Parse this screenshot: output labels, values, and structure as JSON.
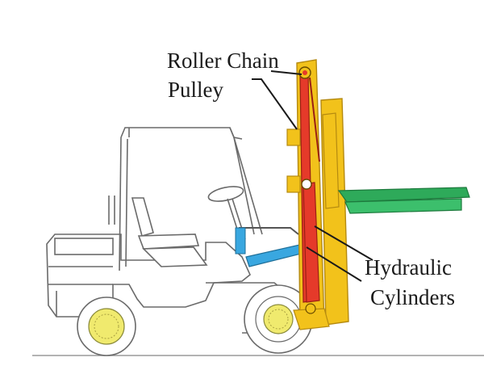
{
  "labels": {
    "roller_chain": "Roller Chain",
    "pulley": "Pulley",
    "hydraulic": "Hydraulic",
    "cylinders": "Cylinders"
  },
  "colors": {
    "mast": "#f2c21b",
    "mast_outline": "#b58a10",
    "cylinder": "#e53a2a",
    "forks": "#2eaa5a",
    "forks_outline": "#1d7a3d",
    "tilt_cylinder": "#39a7e0",
    "body_outline": "#6a6a6a",
    "wheel_hub": "#f0ea6e",
    "leader": "#1a1a1a"
  }
}
